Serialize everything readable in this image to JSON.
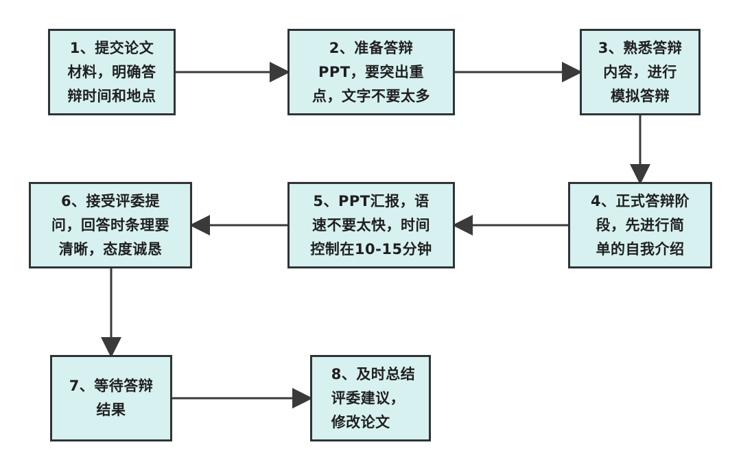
{
  "steps": [
    {
      "text": "1、提交论文\n材料，明确答\n辩时间和地点"
    },
    {
      "text": "2、准备答辩\nPPT，要突出重\n点，文字不要太多"
    },
    {
      "text": "3、熟悉答辩\n内容，进行\n模拟答辩"
    },
    {
      "text": "4、正式答辩阶\n段，先进行简\n单的自我介绍"
    },
    {
      "text": "5、PPT汇报，语\n速不要太快，时间\n控制在10-15分钟"
    },
    {
      "text": "6、接受评委提\n问，回答时条理要\n清晰，态度诚恳"
    },
    {
      "text": "7、等待答辩\n结果"
    },
    {
      "text": "8、及时总结\n评委建议，\n 修改论文"
    }
  ],
  "colors": {
    "node_fill": "#d7f1f0",
    "node_border": "#2f3336",
    "connector": "#3a3a3a"
  },
  "connectors": [
    {
      "from": 1,
      "to": 2
    },
    {
      "from": 2,
      "to": 3
    },
    {
      "from": 3,
      "to": 4
    },
    {
      "from": 4,
      "to": 5
    },
    {
      "from": 5,
      "to": 6
    },
    {
      "from": 6,
      "to": 7
    },
    {
      "from": 7,
      "to": 8
    }
  ]
}
